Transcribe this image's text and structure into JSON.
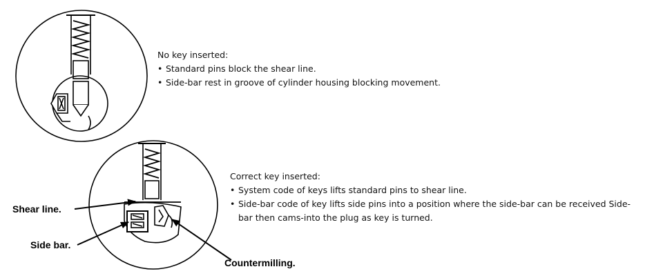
{
  "top_panel": {
    "title": "No key inserted:",
    "bullets": [
      "Standard pins block the shear line.",
      "Side-bar rest in groove of cylinder housing blocking movement."
    ]
  },
  "bottom_panel": {
    "title": "Correct key inserted:",
    "bullets": [
      "System code of keys lifts standard pins to shear line.",
      "Side-bar code of key lifts side pins into a position where the side-bar can be received Side-bar then cams-into the plug as key is turned."
    ]
  },
  "callouts": {
    "shear_line": "Shear line.",
    "side_bar": "Side bar.",
    "countermilling": "Countermilling."
  }
}
